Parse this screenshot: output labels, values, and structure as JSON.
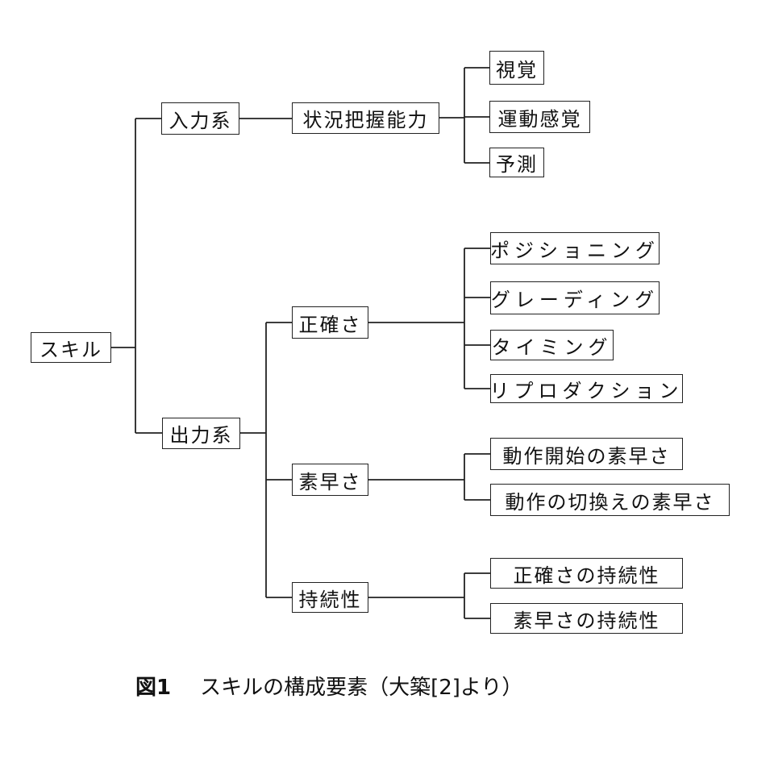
{
  "root": "スキル",
  "input": {
    "label": "入力系",
    "child": "状況把握能力",
    "leaves": [
      "視覚",
      "運動感覚",
      "予測"
    ]
  },
  "output": {
    "label": "出力系",
    "accuracy": {
      "label": "正確さ",
      "leaves": [
        "ポジショニング",
        "グレーディング",
        "タイミング",
        "リプロダクション"
      ]
    },
    "speed": {
      "label": "素早さ",
      "leaves": [
        "動作開始の素早さ",
        "動作の切換えの素早さ"
      ]
    },
    "persistence": {
      "label": "持続性",
      "leaves": [
        "正確さの持続性",
        "素早さの持続性"
      ]
    }
  },
  "caption": {
    "figure": "図1",
    "text": "スキルの構成要素（大築[2]より）"
  }
}
